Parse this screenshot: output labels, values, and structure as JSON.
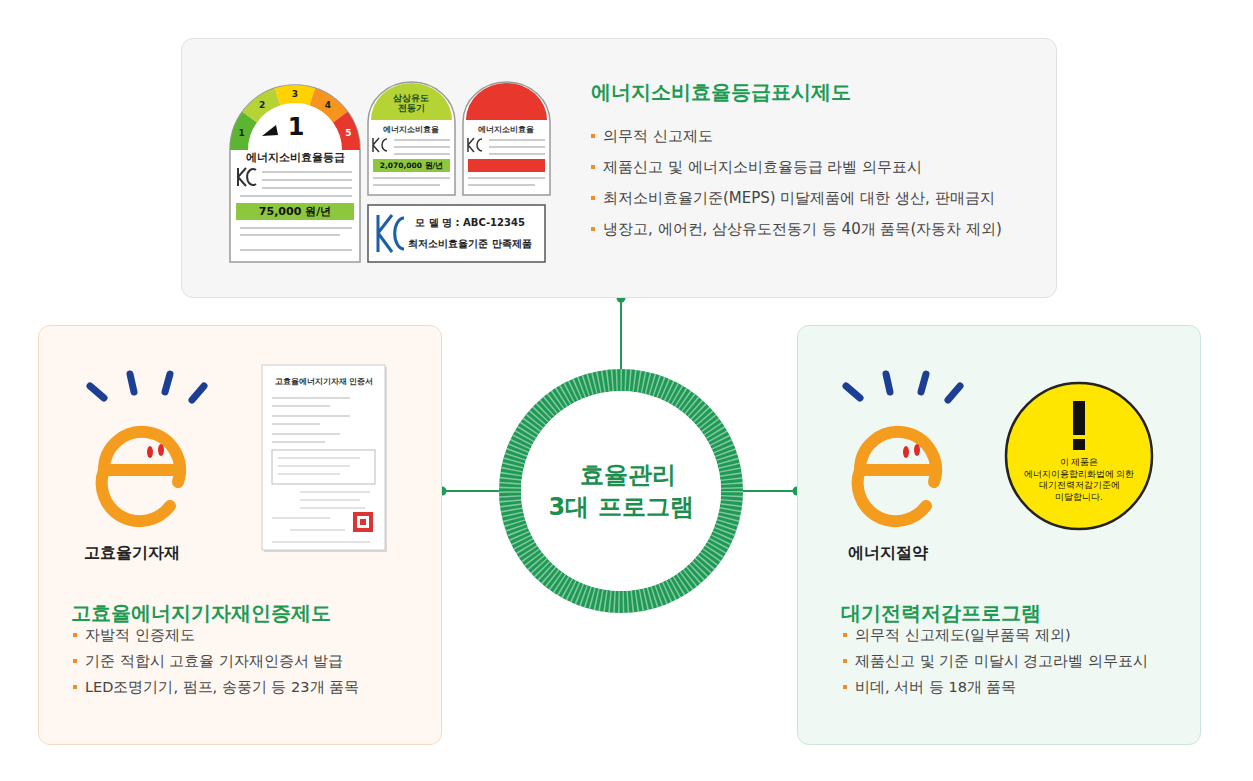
{
  "diagram": {
    "nodes": [
      {
        "text": [
          "에너지소비효율등급표시제도",
          "의무적 신고제도",
          "제품신고 및 에너지소비효율등급 라벨 의무표시",
          "최저소비효율기준(MEPS) 미달제품에 대한 생산, 판매금지",
          "냉장고, 에어컨, 삼상유도전동기 등 40개 품목(자동차 제외)"
        ]
      },
      {
        "text": [
          "고효율에너지기자재인증제도",
          "자발적 인증제도",
          "기준 적합시 고효율 기자재인증서 발급",
          "LED조명기기, 펌프, 송풍기 등 23개 품목"
        ]
      },
      {
        "text": [
          "효율관리 3대 프로그램"
        ]
      },
      {
        "text": [
          "대기전력저감프로그램",
          "의무적 신고제도(일부품목 제외)",
          "제품신고 및 기준 미달시 경고라벨 의무표시",
          "비데, 서버 등 18개 품목"
        ]
      },
      {
        "text": [
          "이 제품은 에너지이용합리화법에 의한 대기전력저감기준에 미달합니다."
        ],
        "in": 3
      }
    ],
    "edges": [
      {
        "from": 2,
        "to": 0,
        "arrow": "none"
      },
      {
        "from": 2,
        "to": 1,
        "arrow": "none"
      },
      {
        "from": 2,
        "to": 3,
        "arrow": "none"
      }
    ],
    "labels": [
      "1",
      "2",
      "3",
      "4",
      "5",
      "1",
      "에너지소비효율등급",
      "75,000 원/년",
      "삼상유도 전동기",
      "에너지소비효율",
      "2,070,000 원/년",
      "에너지소비효율",
      "모 델 명 : ABC-12345",
      "최저소비효율기준 만족제품",
      "고효율에너지기자재 인증서",
      "고효율기자재",
      "에너지절약"
    ]
  }
}
